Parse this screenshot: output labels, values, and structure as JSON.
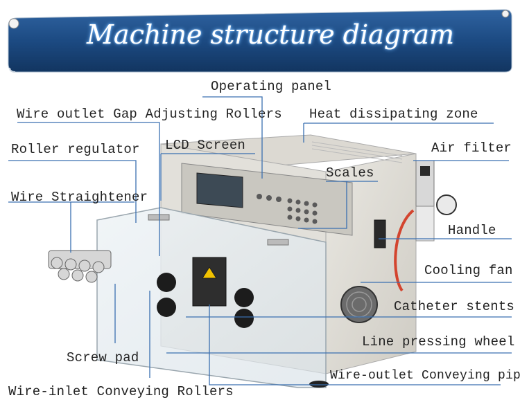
{
  "title": "Machine structure diagram",
  "labels": [
    {
      "id": "operating-panel",
      "text": "Operating panel"
    },
    {
      "id": "wire-outlet-gap-rollers",
      "text": "Wire outlet Gap Adjusting Rollers"
    },
    {
      "id": "heat-dissipating-zone",
      "text": "Heat dissipating zone"
    },
    {
      "id": "roller-regulator",
      "text": "Roller regulator"
    },
    {
      "id": "lcd-screen",
      "text": "LCD Screen"
    },
    {
      "id": "air-filter",
      "text": "Air filter"
    },
    {
      "id": "scales",
      "text": "Scales"
    },
    {
      "id": "wire-straightener",
      "text": "Wire Straightener"
    },
    {
      "id": "handle",
      "text": "Handle"
    },
    {
      "id": "cooling-fan",
      "text": "Cooling fan"
    },
    {
      "id": "catheter-stents",
      "text": "Catheter stents"
    },
    {
      "id": "line-pressing-wheel",
      "text": "Line pressing wheel"
    },
    {
      "id": "screw-pad",
      "text": "Screw pad"
    },
    {
      "id": "wire-outlet-conveying-pipe",
      "text": "Wire-outlet Conveying pipe"
    },
    {
      "id": "wire-inlet-conveying-rollers",
      "text": "Wire-inlet Conveying Rollers"
    }
  ],
  "colors": {
    "banner": "#1f4f86",
    "banner_dark": "#153a66",
    "leader": "#3a6fb0"
  }
}
